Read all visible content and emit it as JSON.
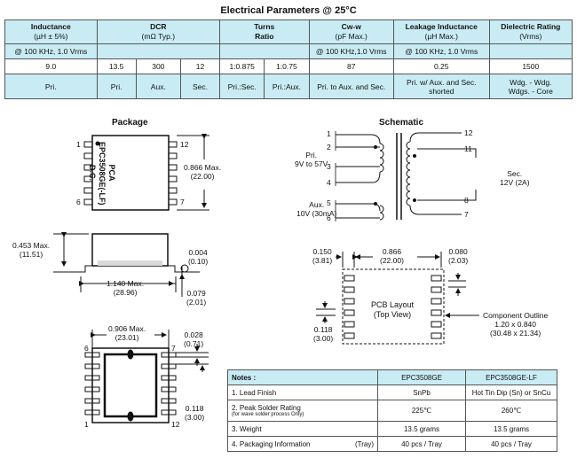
{
  "title": "Electrical Parameters @ 25°C",
  "table": {
    "headers": [
      {
        "name": "Inductance",
        "unit": "(µH ± 5%)"
      },
      {
        "name": "DCR",
        "unit": "(mΩ Typ.)"
      },
      {
        "name": "Turns",
        "unit": "Ratio"
      },
      {
        "name": "Cw-w",
        "unit": "(pF Max.)"
      },
      {
        "name": "Leakage Inductance",
        "unit": "(µH Max.)"
      },
      {
        "name": "Dielectric Rating",
        "unit": "(Vrms)"
      }
    ],
    "conditions": {
      "inductance": "@ 100 KHz, 1.0 Vrms",
      "cww": "@ 100 KHz,1.0 Vrms",
      "leakage": "@ 100 KHz, 1.0 Vrms"
    },
    "values": {
      "inductance": "9.0",
      "dcr_pri": "13.5",
      "dcr_aux": "300",
      "dcr_sec": "12",
      "turns_ps": "1:0.875",
      "turns_pa": "1:0.75",
      "cww": "87",
      "leakage": "0.25",
      "dielectric": "1500"
    },
    "footers": {
      "inductance": "Pri.",
      "dcr_pri": "Pri.",
      "dcr_aux": "Aux.",
      "dcr_sec": "Sec.",
      "turns_ps": "Pri.:Sec.",
      "turns_pa": "Pri.:Aux.",
      "cww": "Pri. to Aux. and Sec.",
      "leakage": "Pri. w/ Aux. and Sec. shorted",
      "dielectric_1": "Wdg. - Wdg.",
      "dielectric_2": "Wdgs. - Core"
    }
  },
  "package": {
    "title": "Package",
    "part_text": [
      "PCA",
      "EPC3508GE(-LF)",
      "D.C."
    ],
    "pin_1": "1",
    "pin_6": "6",
    "pin_12": "12",
    "pin_7": "7",
    "height": "0.866 Max.",
    "height_mm": "(22.00)",
    "side_height": "0.453 Max.",
    "side_height_mm": "(11.51)",
    "lead": "0.004",
    "lead_mm": "(0.10)",
    "length": "1.140 Max.",
    "length_mm": "(28.96)",
    "standoff": "0.079",
    "standoff_mm": "(2.01)",
    "bottom_width": "0.906 Max.",
    "bottom_width_mm": "(23.01)",
    "lead_w": "0.028",
    "lead_w_mm": "(0.71)",
    "pitch": "0.118",
    "pitch_mm": "(3.00)"
  },
  "schematic": {
    "title": "Schematic",
    "pri": "Pri.",
    "pri_v": "9V to 57V",
    "aux": "Aux.",
    "aux_v": "10V (30mA)",
    "sec": "Sec.",
    "sec_v": "12V (2A)",
    "pins": [
      "1",
      "2",
      "3",
      "4",
      "5",
      "6",
      "12",
      "11",
      "8",
      "7"
    ]
  },
  "layout": {
    "a": "0.150",
    "a_mm": "(3.81)",
    "b": "0.866",
    "b_mm": "(22.00)",
    "c": "0.080",
    "c_mm": "(2.03)",
    "pcb": "PCB Layout",
    "view": "(Top View)",
    "pitch": "0.118",
    "pitch_mm": "(3.00)",
    "outline": "Component Outline",
    "outline_dim": "1.20 x 0.840",
    "outline_mm": "(30.48 x 21.34)"
  },
  "notes": {
    "header": "Notes :",
    "col1": "EPC3508GE",
    "col2": "EPC3508GE-LF",
    "rows": [
      {
        "label": "1.  Lead Finish",
        "sub": "",
        "v1": "SnPb",
        "v2": "Hot Tin Dip (Sn) or  SnCu"
      },
      {
        "label": "2.  Peak Solder Rating",
        "sub": "(for wave solder process Only)",
        "v1": "225℃",
        "v2": "260℃"
      },
      {
        "label": "3.  Weight",
        "sub": "",
        "v1": "13.5 grams",
        "v2": "13.5 grams"
      },
      {
        "label": "4.  Packaging Information",
        "sub": "(Tray)",
        "v1": "40 pcs / Tray",
        "v2": "40 pcs / Tray"
      }
    ]
  }
}
